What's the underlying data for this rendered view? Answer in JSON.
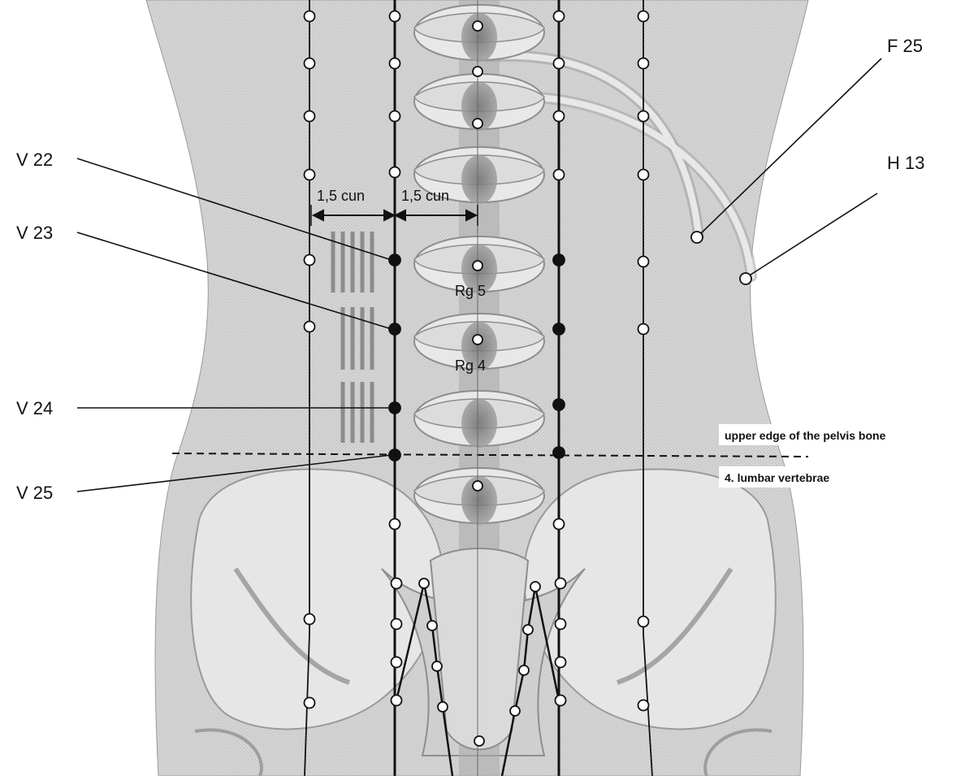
{
  "labels": {
    "v22": "V 22",
    "v23": "V 23",
    "v24": "V 24",
    "v25": "V 25",
    "f25": "F 25",
    "h13": "H 13",
    "rg5": "Rg 5",
    "rg4": "Rg 4",
    "cun_left": "1,5 cun",
    "cun_right": "1,5 cun",
    "pelvis_edge": "upper edge of the pelvis bone",
    "lumbar": "4. lumbar vertebrae"
  },
  "colors": {
    "background": "#ffffff",
    "body": "#d4d4d4",
    "bone": "#e9e9e9",
    "bone_shadow": "#8a8a8a",
    "line": "#111111",
    "point_filled": "#111111",
    "point_open": "#ffffff",
    "hatch": "#8c8c8c"
  }
}
